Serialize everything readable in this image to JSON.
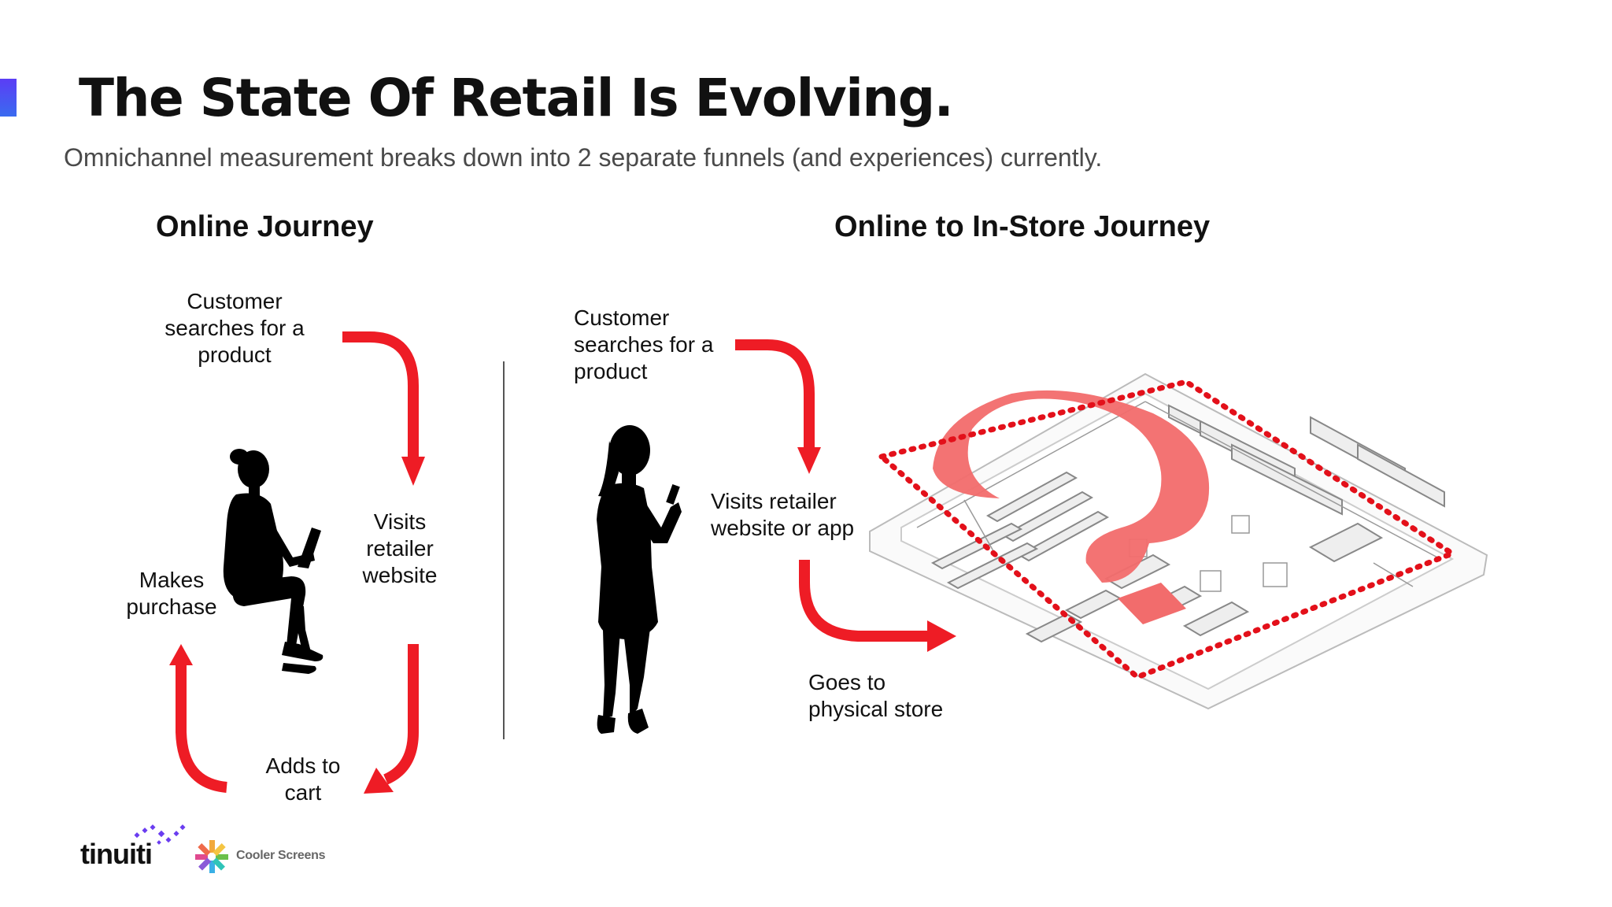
{
  "slide": {
    "title": "The State Of Retail Is Evolving.",
    "subtitle": "Omnichannel measurement breaks down into 2 separate funnels (and experiences) currently."
  },
  "online_journey": {
    "heading": "Online Journey",
    "steps": [
      {
        "text": "Customer searches for a product"
      },
      {
        "text": "Visits retailer website"
      },
      {
        "text": "Adds to cart"
      },
      {
        "text": "Makes purchase"
      }
    ]
  },
  "instore_journey": {
    "heading": "Online to In-Store Journey",
    "steps": [
      {
        "text": "Customer searches for a product"
      },
      {
        "text": "Visits retailer website or app"
      },
      {
        "text": "Goes to physical store"
      }
    ]
  },
  "logos": {
    "tinuiti": "tinuiti",
    "cooler_screens": "Cooler Screens"
  },
  "icons": {
    "person_laptop": "person-with-laptop-silhouette",
    "person_phone": "person-with-phone-silhouette",
    "store_map": "store-floorplan-with-question-mark"
  },
  "colors": {
    "arrow": "#ee1c25",
    "question_mark": "#f26c6c",
    "accent_start": "#5b3df5",
    "accent_end": "#3a6bf0"
  }
}
